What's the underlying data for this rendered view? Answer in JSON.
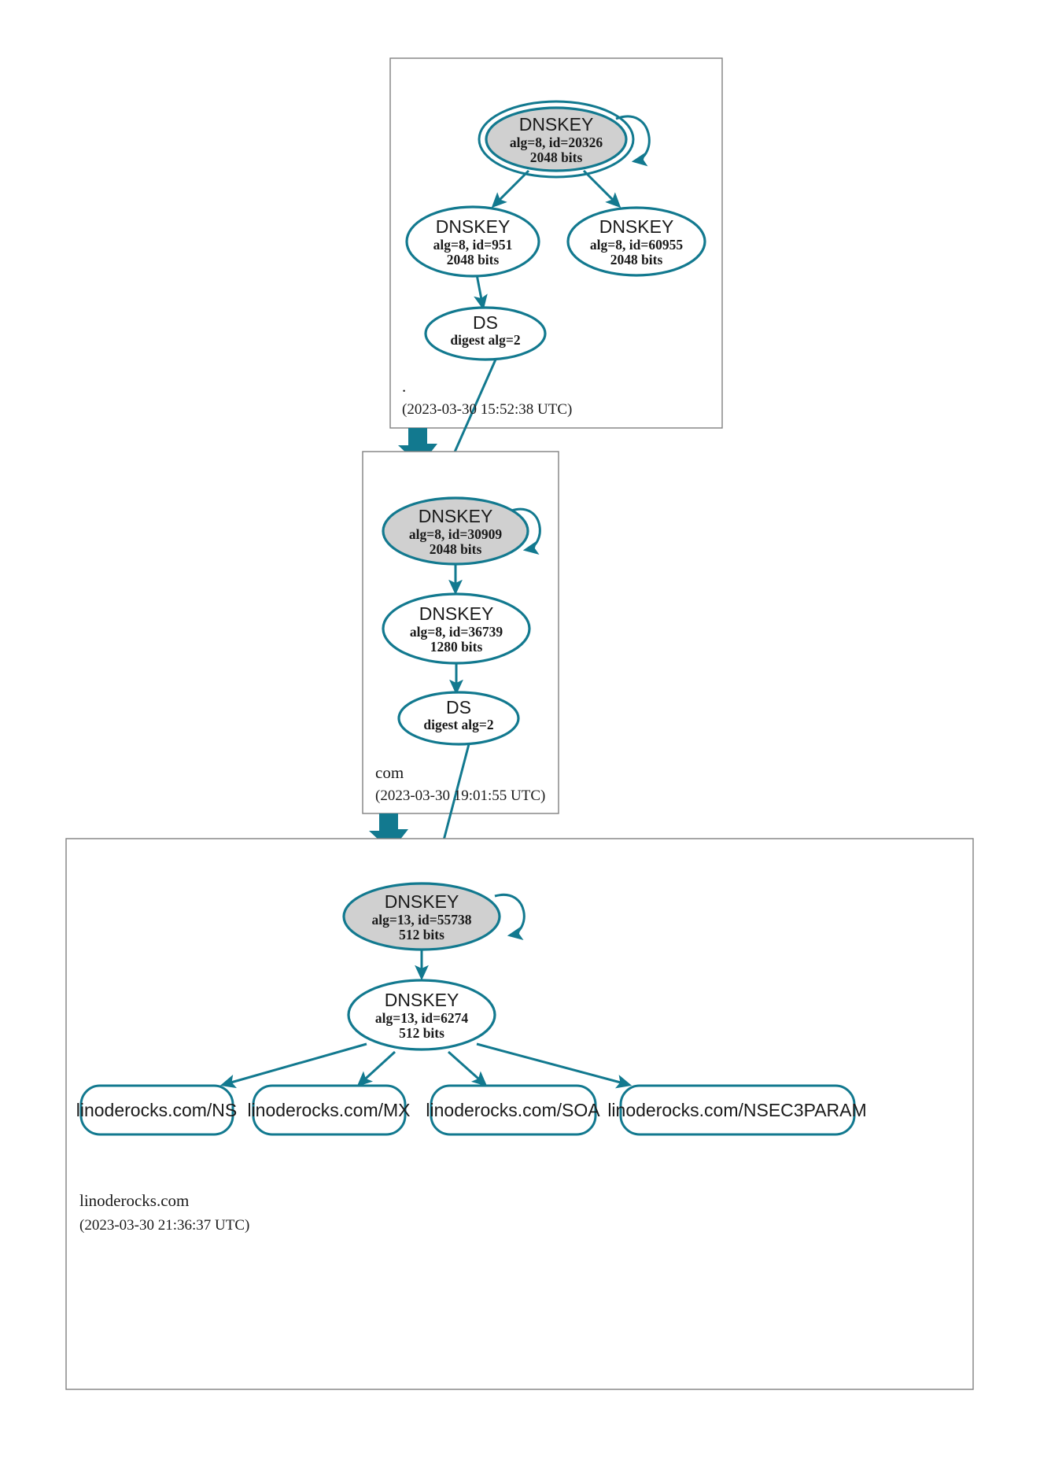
{
  "diagram": {
    "title": "DNSSEC authentication chain",
    "colors": {
      "accent": "#12798f",
      "secure_key_fill": "#d0d0d0",
      "zone_border": "#808080",
      "background": "#ffffff"
    }
  },
  "zones": [
    {
      "id": "root",
      "name": ".",
      "timestamp": "(2023-03-30 15:52:38 UTC)",
      "nodes": [
        {
          "id": "root-ksk",
          "type": "DNSKEY",
          "detail": "alg=8, id=20326",
          "bits": "2048 bits",
          "role": "trust-anchor-ksk"
        },
        {
          "id": "root-zsk-951",
          "type": "DNSKEY",
          "detail": "alg=8, id=951",
          "bits": "2048 bits",
          "role": "zsk"
        },
        {
          "id": "root-zsk-60955",
          "type": "DNSKEY",
          "detail": "alg=8, id=60955",
          "bits": "2048 bits",
          "role": "zsk"
        },
        {
          "id": "root-ds",
          "type": "DS",
          "detail": "digest alg=2",
          "bits": "",
          "role": "ds"
        }
      ]
    },
    {
      "id": "com",
      "name": "com",
      "timestamp": "(2023-03-30 19:01:55 UTC)",
      "nodes": [
        {
          "id": "com-ksk",
          "type": "DNSKEY",
          "detail": "alg=8, id=30909",
          "bits": "2048 bits",
          "role": "ksk"
        },
        {
          "id": "com-zsk",
          "type": "DNSKEY",
          "detail": "alg=8, id=36739",
          "bits": "1280 bits",
          "role": "zsk"
        },
        {
          "id": "com-ds",
          "type": "DS",
          "detail": "digest alg=2",
          "bits": "",
          "role": "ds"
        }
      ]
    },
    {
      "id": "linoderocks",
      "name": "linoderocks.com",
      "timestamp": "(2023-03-30 21:36:37 UTC)",
      "nodes": [
        {
          "id": "lr-ksk",
          "type": "DNSKEY",
          "detail": "alg=13, id=55738",
          "bits": "512 bits",
          "role": "ksk"
        },
        {
          "id": "lr-zsk",
          "type": "DNSKEY",
          "detail": "alg=13, id=6274",
          "bits": "512 bits",
          "role": "zsk"
        }
      ],
      "rrsets": [
        {
          "id": "rr-ns",
          "label": "linoderocks.com/NS"
        },
        {
          "id": "rr-mx",
          "label": "linoderocks.com/MX"
        },
        {
          "id": "rr-soa",
          "label": "linoderocks.com/SOA"
        },
        {
          "id": "rr-nsec3param",
          "label": "linoderocks.com/NSEC3PARAM"
        }
      ]
    }
  ]
}
